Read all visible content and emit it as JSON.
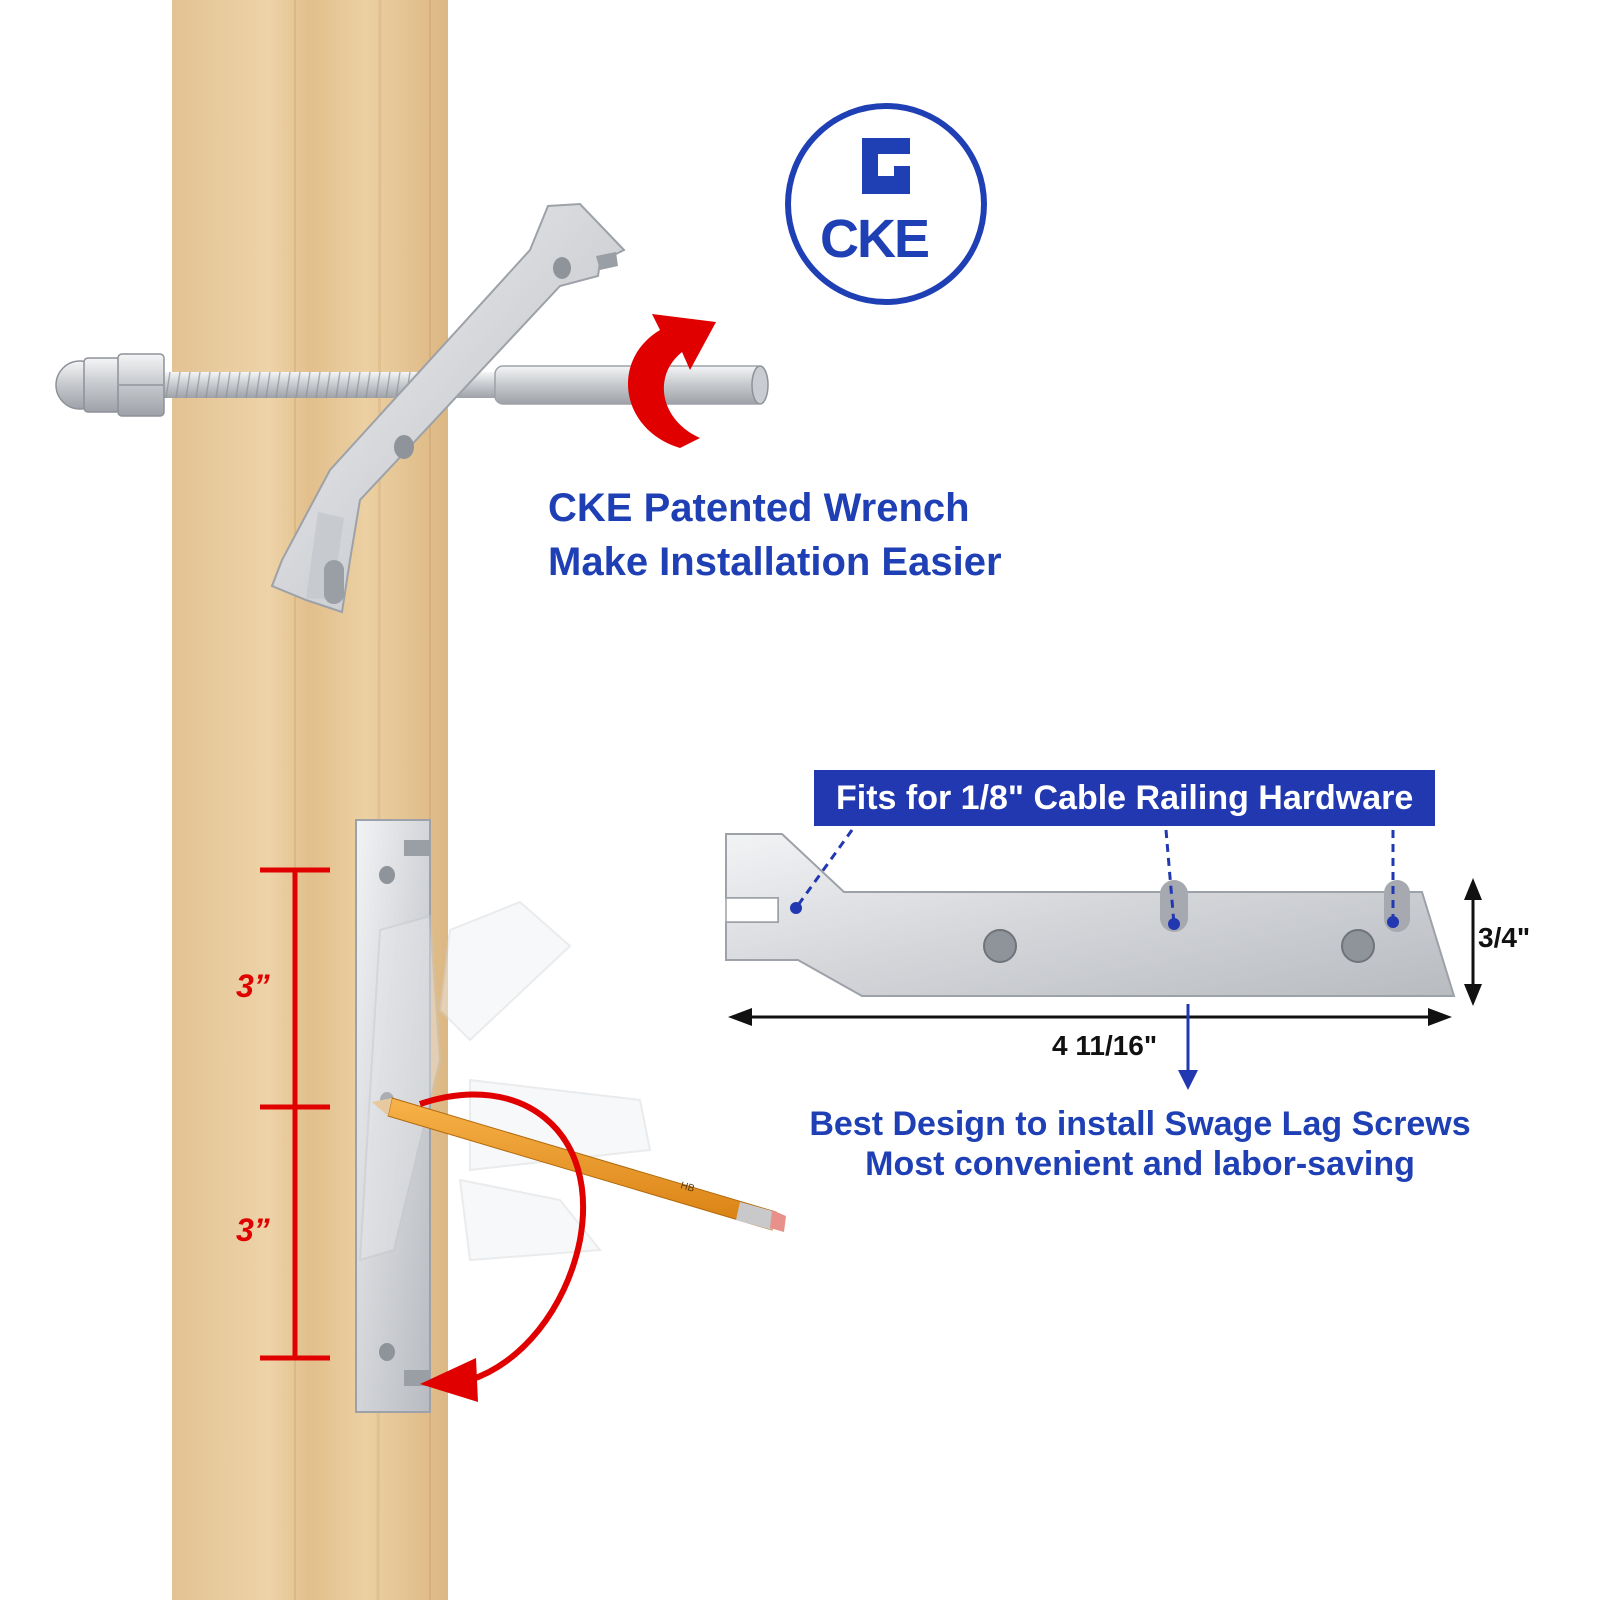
{
  "logo": {
    "mark": "G",
    "wordmark": "CKE",
    "color": "#1f3fb5"
  },
  "headline": {
    "line1": "CKE Patented Wrench",
    "line2": "Make Installation Easier"
  },
  "badge": {
    "text": "Fits for 1/8\" Cable Railing Hardware"
  },
  "dimensions": {
    "height": "3/4\"",
    "length": "4 11/16\""
  },
  "spacing": {
    "upper": "3”",
    "lower": "3”"
  },
  "tagline": {
    "line1": "Best Design to install Swage Lag Screws",
    "line2": "Most convenient and labor-saving"
  },
  "pencil_marking": "HB",
  "colors": {
    "brand_blue": "#1f3fb5",
    "badge_bg": "#2138b0",
    "accent_red": "#e00000",
    "wood": "#e8c99a",
    "metal": "#d4d6da"
  },
  "icons": [
    "rotation-arrow-icon",
    "swing-arrow-icon",
    "dimension-arrow-icon"
  ]
}
